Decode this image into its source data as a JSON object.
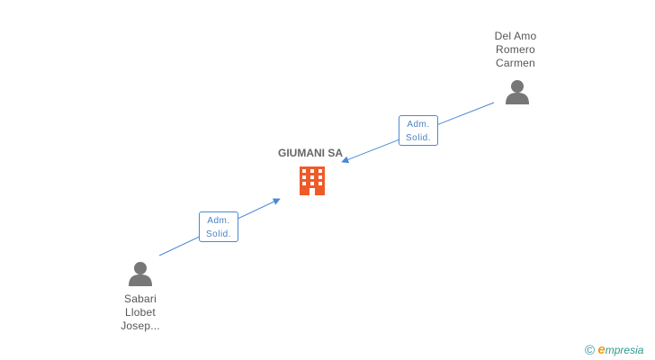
{
  "company": {
    "name": "GIUMANI SA",
    "icon": "building-icon",
    "color": "#f05a28"
  },
  "people": [
    {
      "id": "del-amo",
      "lines": [
        "Del Amo",
        "Romero",
        "Carmen"
      ],
      "icon": "person-icon"
    },
    {
      "id": "sabari",
      "lines": [
        "Sabari",
        "Llobet",
        "Josep..."
      ],
      "icon": "person-icon"
    }
  ],
  "edges": [
    {
      "from": "del-amo",
      "to": "company",
      "label": [
        "Adm.",
        "Solid."
      ]
    },
    {
      "from": "sabari",
      "to": "company",
      "label": [
        "Adm.",
        "Solid."
      ]
    }
  ],
  "colors": {
    "edge": "#4a88d6",
    "person": "#777777"
  },
  "brand": {
    "copyright_symbol": "©",
    "first_letter": "e",
    "rest": "mpresia"
  }
}
